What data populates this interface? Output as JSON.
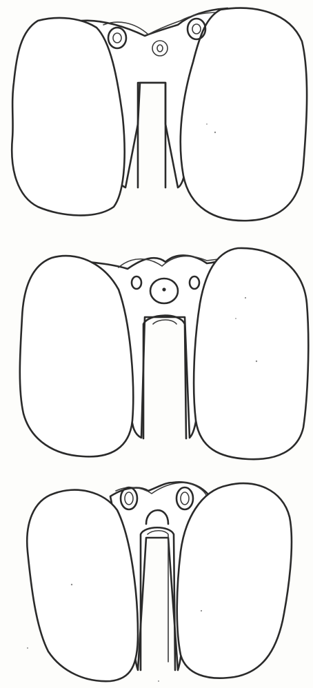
{
  "figure": {
    "panel_count": 3,
    "ink_color": "#2a2a2a",
    "background_color": "#fdfdfb"
  },
  "panels": [
    {
      "id": "top",
      "icon": "cross-section-drawing"
    },
    {
      "id": "middle",
      "icon": "cross-section-drawing"
    },
    {
      "id": "bottom",
      "icon": "cross-section-drawing"
    }
  ]
}
